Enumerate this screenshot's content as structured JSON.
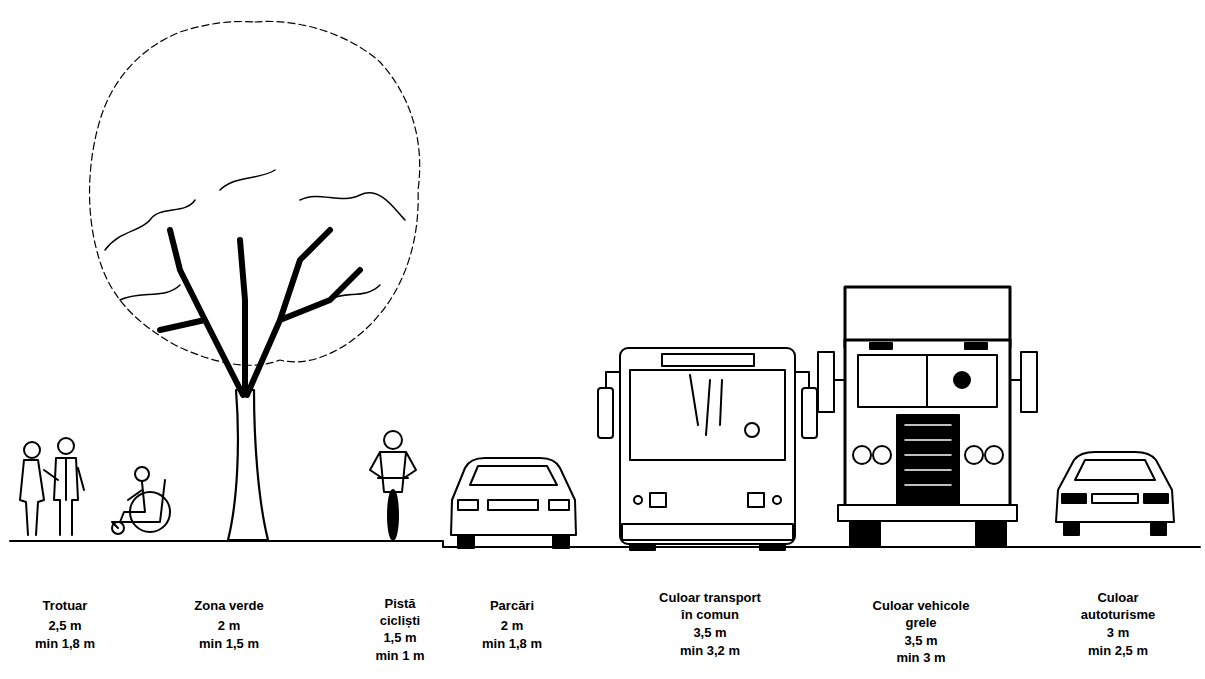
{
  "diagram": {
    "labels": [
      "Trotuar",
      "2,5 m",
      "min 1,8 m",
      "Zona verde",
      "2 m",
      "min 1,5 m",
      "Pistă",
      "cicliști",
      "1,5 m",
      "min 1 m",
      "Parcări",
      "2 m",
      "min 1,8 m",
      "Culoar transport",
      "în comun",
      "3,5 m",
      "min 3,2 m",
      "Culoar vehicole",
      "grele",
      "3,5 m",
      "min 3 m",
      "Culoar",
      "autoturisme",
      "3 m",
      "min 2,5 m"
    ]
  }
}
